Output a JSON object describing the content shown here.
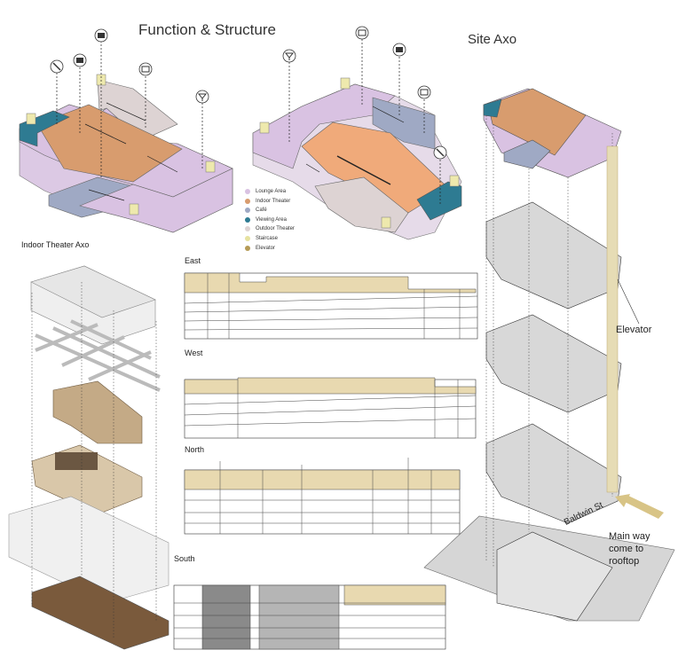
{
  "titles": {
    "function_structure": "Function & Structure",
    "site_axo": "Site Axo"
  },
  "labels": {
    "indoor_theater_axo": "Indoor Theater Axo",
    "east": "East",
    "west": "West",
    "north": "North",
    "south": "South",
    "elevator": "Elevator",
    "baldwin": "Baldwin St",
    "main_way": [
      "Main way",
      "come  to",
      "rooftop"
    ]
  },
  "legend": [
    {
      "label": "Lounge Area",
      "color": "#d9c2e2"
    },
    {
      "label": "Indoor Theater",
      "color": "#d89c6e"
    },
    {
      "label": "Café",
      "color": "#9fa9c4"
    },
    {
      "label": "Viewing Area",
      "color": "#2e7b92"
    },
    {
      "label": "Outdoor Theater",
      "color": "#ddd3d3"
    },
    {
      "label": "Staircase",
      "color": "#e6e2a0"
    },
    {
      "label": "Elevator",
      "color": "#b59b56"
    }
  ],
  "colors": {
    "lounge": "#d9c2e2",
    "theater": "#f0aa7a",
    "cafe": "#a3aec8",
    "viewing": "#2e7b92",
    "outdoor": "#e2d9d6",
    "stair": "#eee9ad",
    "elevator": "#d9c690",
    "beige": "#e8d9b0",
    "wood": "#7a5a3c",
    "arrow": "#c9a54a"
  },
  "icons": [
    "microphone-icon",
    "tickets-icon",
    "mixer-icon",
    "cinema-icon",
    "cocktail-icon",
    "cocktail-icon",
    "cinema-icon",
    "mixer-icon",
    "cinema-icon",
    "microphone-icon"
  ]
}
